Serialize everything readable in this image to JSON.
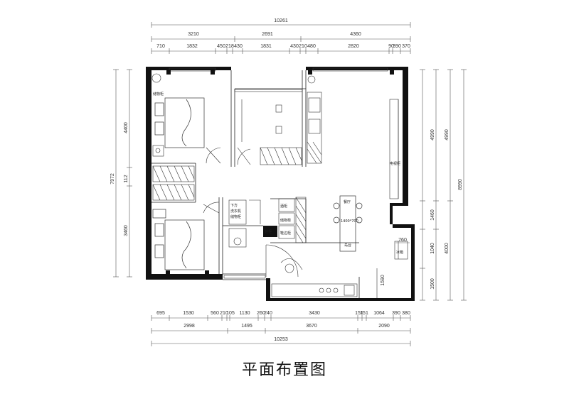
{
  "title": "平面布置图",
  "dimensions": {
    "top_total": "10261",
    "top_mid": [
      "3210",
      "2691",
      "4360"
    ],
    "top_fine": [
      "710",
      "1832",
      "450",
      "218",
      "430",
      "1831",
      "430",
      "210",
      "480",
      "2820",
      "90",
      "390",
      "370"
    ],
    "bottom_fine": [
      "695",
      "1530",
      "560",
      "210",
      "105",
      "1130",
      "260",
      "240",
      "3430",
      "151",
      "151",
      "1064",
      "390",
      "380"
    ],
    "bottom_mid": [
      "2998",
      "1495",
      "3670",
      "2090"
    ],
    "bottom_total": "10253",
    "left": [
      "4400",
      "112",
      "3460"
    ],
    "left_total": "7972",
    "right_inner": [
      "1040",
      "1500"
    ],
    "right_mid": [
      "4990",
      "1460",
      "4000"
    ],
    "right_outer": [
      "4990",
      "8990"
    ],
    "inner_760": "760",
    "inner_1590": "1590"
  },
  "rooms": {
    "r1": "储物柜",
    "r2": "电视柜",
    "r3": "餐厅",
    "r4": "1400*700",
    "r5": "岛台",
    "r6": "冰箱",
    "r7": "酒柜",
    "r8": "储物柜",
    "r9": "鞋柜",
    "r10": "鞋边柜",
    "r11": "下方",
    "r12": "洗衣机",
    "r13": "储物柜"
  }
}
